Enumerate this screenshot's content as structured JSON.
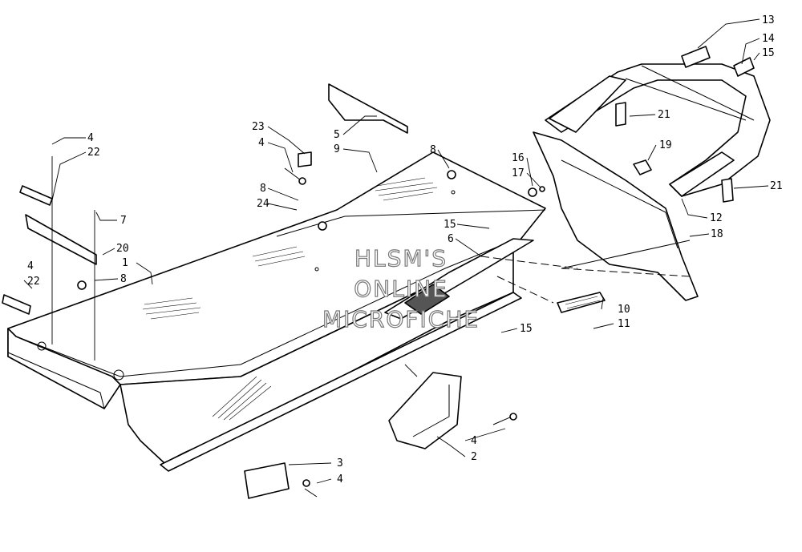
{
  "watermark": [
    "HLSM'S",
    "ONLINE",
    "MICROFICHE"
  ],
  "callouts": [
    {
      "id": "c13",
      "label": "13"
    },
    {
      "id": "c14",
      "label": "14"
    },
    {
      "id": "c15a",
      "label": "15"
    },
    {
      "id": "c21a",
      "label": "21"
    },
    {
      "id": "c19",
      "label": "19"
    },
    {
      "id": "c21b",
      "label": "21"
    },
    {
      "id": "c12",
      "label": "12"
    },
    {
      "id": "c18",
      "label": "18"
    },
    {
      "id": "c16",
      "label": "16"
    },
    {
      "id": "c17",
      "label": "17"
    },
    {
      "id": "c23",
      "label": "23"
    },
    {
      "id": "c5",
      "label": "5"
    },
    {
      "id": "c4a",
      "label": "4"
    },
    {
      "id": "c9",
      "label": "9"
    },
    {
      "id": "c8a",
      "label": "8"
    },
    {
      "id": "c8b",
      "label": "8"
    },
    {
      "id": "c24",
      "label": "24"
    },
    {
      "id": "c15b",
      "label": "15"
    },
    {
      "id": "c6",
      "label": "6"
    },
    {
      "id": "c4b",
      "label": "4"
    },
    {
      "id": "c22a",
      "label": "22"
    },
    {
      "id": "c7",
      "label": "7"
    },
    {
      "id": "c20",
      "label": "20"
    },
    {
      "id": "c1",
      "label": "1"
    },
    {
      "id": "c4c",
      "label": "4"
    },
    {
      "id": "c22b",
      "label": "22"
    },
    {
      "id": "c8c",
      "label": "8"
    },
    {
      "id": "c10",
      "label": "10"
    },
    {
      "id": "c11",
      "label": "11"
    },
    {
      "id": "c15c",
      "label": "15"
    },
    {
      "id": "c4d",
      "label": "4"
    },
    {
      "id": "c2",
      "label": "2"
    },
    {
      "id": "c3",
      "label": "3"
    },
    {
      "id": "c4e",
      "label": "4"
    }
  ]
}
